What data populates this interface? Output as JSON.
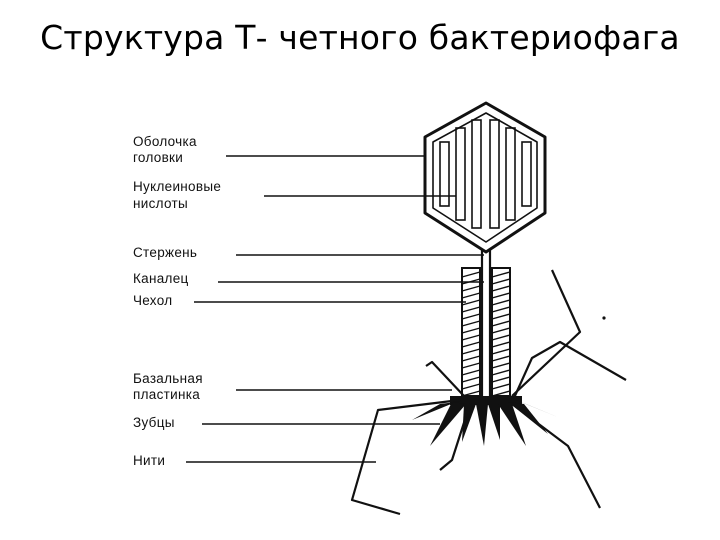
{
  "title": "Структура Т- четного бактериофага",
  "labels": {
    "head_shell_1": "Оболочка",
    "head_shell_2": "головки",
    "nucleic_1": "Нуклеиновые",
    "nucleic_2": "нислоты",
    "rod": "Стержень",
    "canal": "Каналец",
    "sheath": "Чехол",
    "baseplate_1": "Базальная",
    "baseplate_2": "пластинка",
    "teeth": "Зубцы",
    "fibers": "Нити"
  },
  "colors": {
    "ink": "#111111",
    "background": "#ffffff"
  }
}
